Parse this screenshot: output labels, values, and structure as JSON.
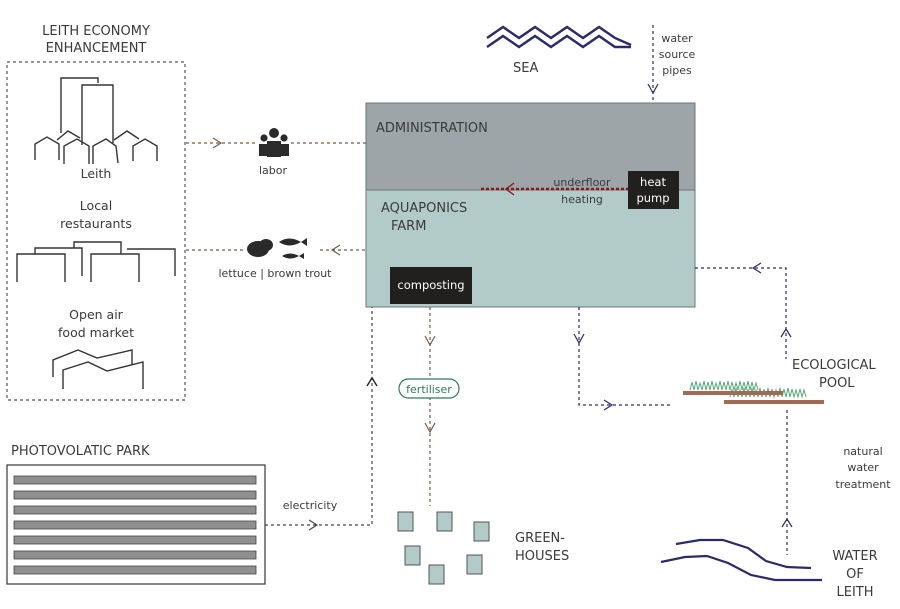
{
  "diagram": {
    "colors": {
      "admin_fill": "#9da5a8",
      "farm_fill": "#b2cbc9",
      "dark_box": "#221f1f",
      "navy": "#2b2a6b",
      "brown_dash": "#7a5a44",
      "heat_red": "#8b1a1a",
      "green_label": "#2f7a5a",
      "panel_gray": "#8f8f8f"
    },
    "economy": {
      "title_line1": "LEITH ECONOMY",
      "title_line2": "ENHANCEMENT",
      "leith": "Leith",
      "restaurants_line1": "Local",
      "restaurants_line2": "restaurants",
      "market_line1": "Open air",
      "market_line2": "food market"
    },
    "flows": {
      "labor": "labor",
      "produce": "lettuce | brown trout",
      "underfloor_line1": "underfloor",
      "underfloor_line2": "heating",
      "water_pipes_line1": "water",
      "water_pipes_line2": "source",
      "water_pipes_line3": "pipes",
      "fertiliser": "fertiliser",
      "electricity": "electricity",
      "natural_line1": "natural",
      "natural_line2": "water",
      "natural_line3": "treatment"
    },
    "building": {
      "administration": "ADMINISTRATION",
      "farm_line1": "AQUAPONICS",
      "farm_line2": "FARM",
      "heat_line1": "heat",
      "heat_line2": "pump",
      "composting": "composting"
    },
    "nodes": {
      "sea": "SEA",
      "photovoltaic": "PHOTOVOLATIC PARK",
      "greenhouses_line1": "GREEN-",
      "greenhouses_line2": "HOUSES",
      "pool_line1": "ECOLOGICAL",
      "pool_line2": "POOL",
      "river_line1": "WATER",
      "river_line2": "OF",
      "river_line3": "LEITH"
    },
    "icons": {
      "people": "people-group-icon",
      "lettuce": "lettuce-icon",
      "fish": "fish-icon",
      "sea": "sea-waves-icon",
      "river": "river-icon",
      "grass": "grass-icon"
    }
  }
}
